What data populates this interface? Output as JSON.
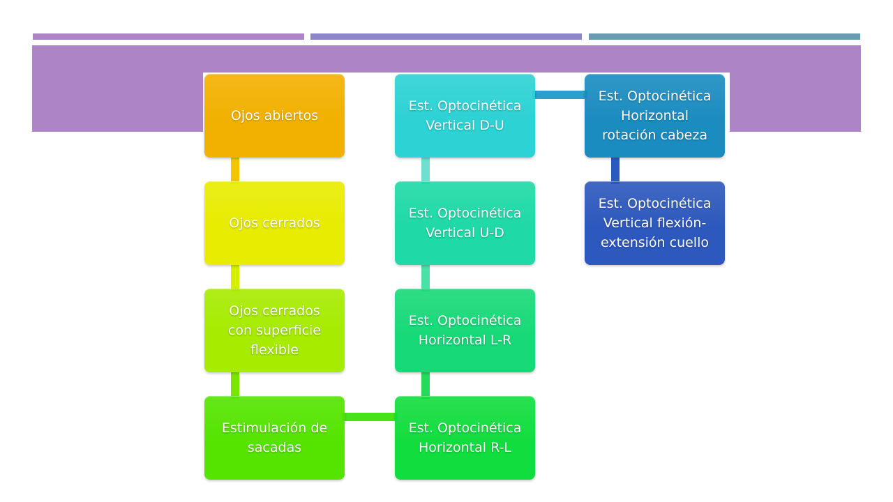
{
  "slide": {
    "title": "",
    "colors": {
      "bar1": "#ad85c6",
      "bar2": "#8d86c9",
      "bar3": "#6b9bb1",
      "title_band": "#ad85c6"
    }
  },
  "diagram": {
    "columns": [
      {
        "nodes": [
          {
            "label": "Ojos abiertos",
            "color": "#f2b100"
          },
          {
            "label": "Ojos cerrados",
            "color": "#e8ec00"
          },
          {
            "label": "Ojos cerrados\ncon superficie\nflexible",
            "color": "#a6eb00"
          },
          {
            "label": "Estimulación de\nsacadas",
            "color": "#55e400"
          }
        ]
      },
      {
        "nodes": [
          {
            "label": "Est. Optocinética\nVertical D-U",
            "color": "#2dd2d4"
          },
          {
            "label": "Est. Optocinética\nVertical U-D",
            "color": "#1fd9a6"
          },
          {
            "label": "Est. Optocinética\nHorizontal L-R",
            "color": "#18d978"
          },
          {
            "label": "Est. Optocinética\nHorizontal R-L",
            "color": "#12dd3e"
          }
        ]
      },
      {
        "nodes": [
          {
            "label": "Est. Optocinética\nHorizontal\nrotación cabeza",
            "color": "#1b8cc0"
          },
          {
            "label": "Est. Optocinética\nVertical flexión-\nextensión cuello",
            "color": "#2d58bd"
          }
        ]
      }
    ],
    "links": [
      {
        "from": "0.0",
        "to": "0.1",
        "color": "#f5c400"
      },
      {
        "from": "0.1",
        "to": "0.2",
        "color": "#d6ee00"
      },
      {
        "from": "0.2",
        "to": "0.3",
        "color": "#78e600"
      },
      {
        "from": "0.3",
        "to": "1.3",
        "color": "#46e21a"
      },
      {
        "from": "1.0",
        "to": "1.1",
        "color": "#6fe0d0"
      },
      {
        "from": "1.1",
        "to": "1.2",
        "color": "#4ae0a6"
      },
      {
        "from": "1.2",
        "to": "1.3",
        "color": "#22db5a"
      },
      {
        "from": "1.0",
        "to": "2.0",
        "color": "#2b9fce"
      },
      {
        "from": "2.0",
        "to": "2.1",
        "color": "#2a5bbf"
      }
    ]
  }
}
